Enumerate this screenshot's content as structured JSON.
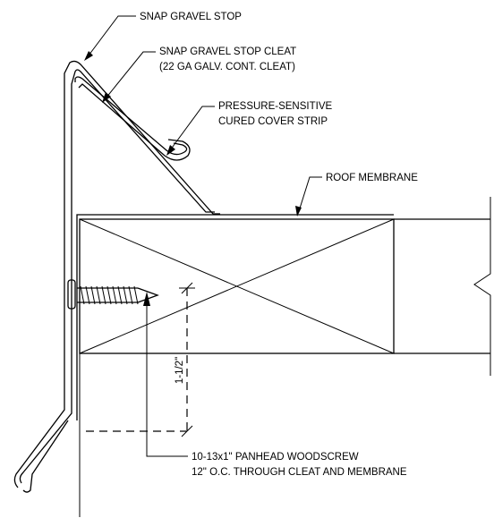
{
  "labels": {
    "snap_gravel_stop": "SNAP GRAVEL STOP",
    "cleat_line1": "SNAP GRAVEL STOP CLEAT",
    "cleat_line2": "(22 GA GALV. CONT. CLEAT)",
    "cover_line1": "PRESSURE-SENSITIVE",
    "cover_line2": "CURED COVER STRIP",
    "roof_membrane": "ROOF MEMBRANE",
    "screw_line1": "10-13x1\" PANHEAD WOODSCREW",
    "screw_line2": "12\" O.C. THROUGH CLEAT AND MEMBRANE",
    "dimension": "1-1/2\""
  }
}
